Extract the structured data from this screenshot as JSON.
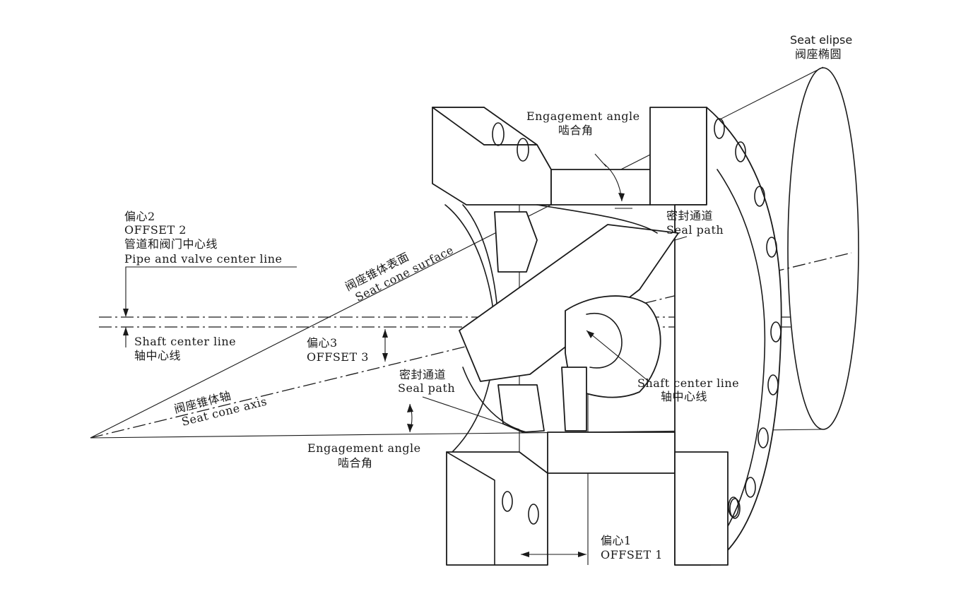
{
  "labels": {
    "seat_elipse": {
      "en": "Seat elipse",
      "zh": "阀座椭圆"
    },
    "engagement_angle_top": {
      "en": "Engagement angle",
      "zh": "啮合角"
    },
    "offset2": {
      "zh": "偏心2",
      "en": "OFFSET 2"
    },
    "pipe_center_line": {
      "zh": "管道和阀门中心线",
      "en": "Pipe and valve center line"
    },
    "seal_path_top": {
      "zh": "密封通道",
      "en": "Seal path"
    },
    "seat_cone_surface": {
      "zh": "阀座锥体表面",
      "en": "Seat cone surface"
    },
    "shaft_center_left": {
      "en": "Shaft center line",
      "zh": "轴中心线"
    },
    "offset3": {
      "zh": "偏心3",
      "en": "OFFSET 3"
    },
    "seal_path_bottom": {
      "zh": "密封通道",
      "en": "Seal path"
    },
    "shaft_center_right": {
      "en": "Shaft center line",
      "zh": "轴中心线"
    },
    "seat_cone_axis": {
      "zh": "阀座锥体轴",
      "en": "Seat cone axis"
    },
    "engagement_angle_bottom": {
      "en": "Engagement angle",
      "zh": "啮合角"
    },
    "offset1": {
      "zh": "偏心1",
      "en": "OFFSET 1"
    }
  }
}
